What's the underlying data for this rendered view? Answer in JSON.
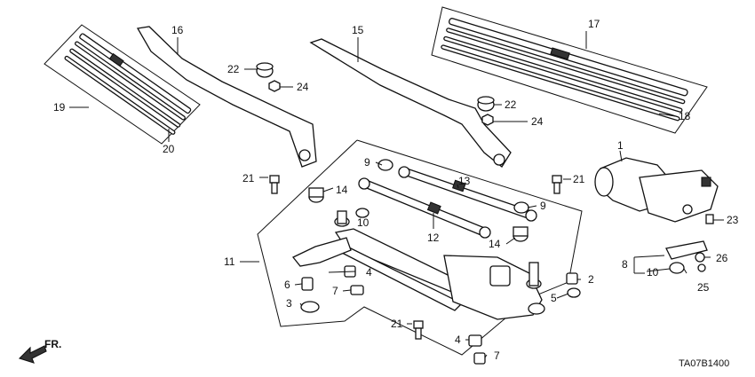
{
  "diagram": {
    "code": "TA07B1400",
    "direction": "FR.",
    "callouts": {
      "c1": "1",
      "c2": "2",
      "c3": "3",
      "c4a": "4",
      "c4b": "4",
      "c5": "5",
      "c6": "6",
      "c7a": "7",
      "c7b": "7",
      "c8": "8",
      "c9a": "9",
      "c9b": "9",
      "c10a": "10",
      "c10b": "10",
      "c11": "11",
      "c12": "12",
      "c13": "13",
      "c14a": "14",
      "c14b": "14",
      "c15": "15",
      "c16": "16",
      "c17": "17",
      "c18": "18",
      "c19": "19",
      "c20": "20",
      "c21a": "21",
      "c21b": "21",
      "c21c": "21",
      "c22a": "22",
      "c22b": "22",
      "c23": "23",
      "c24a": "24",
      "c24b": "24",
      "c25": "25",
      "c26": "26"
    }
  }
}
